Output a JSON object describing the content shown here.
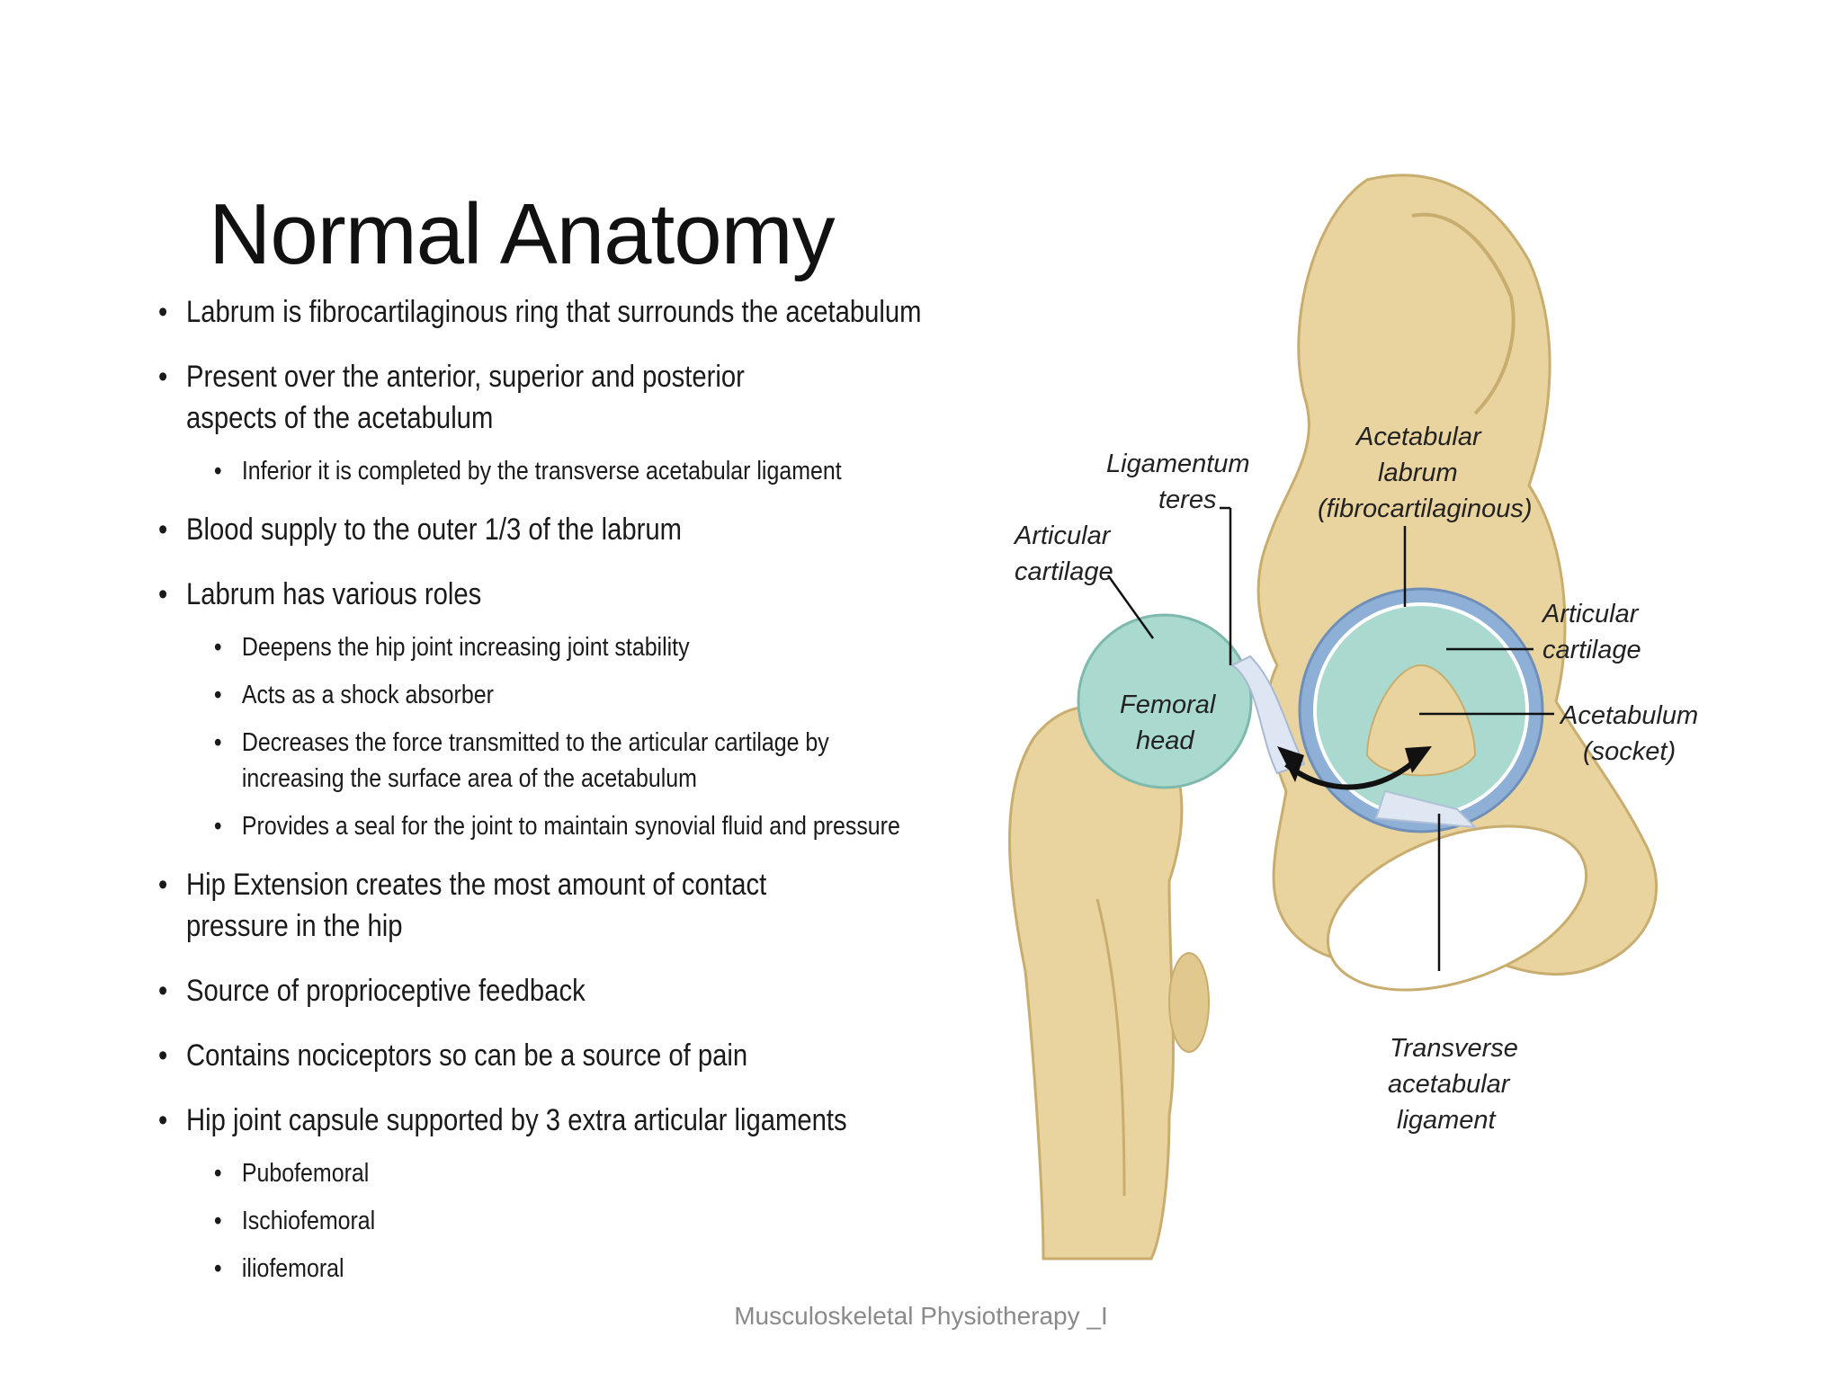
{
  "slide": {
    "title": "Normal Anatomy",
    "footer": "Musculoskeletal Physiotherapy _I"
  },
  "bullets": [
    {
      "text": "Labrum is fibrocartilaginous ring that surrounds the acetabulum"
    },
    {
      "text": "Present over the anterior, superior and posterior aspects of the acetabulum",
      "sub": [
        "Inferior it is completed by the transverse acetabular ligament"
      ]
    },
    {
      "text": "Blood supply to the outer 1/3 of the labrum"
    },
    {
      "text": "Labrum has various roles",
      "sub": [
        "Deepens the hip joint increasing joint stability",
        "Acts as a shock absorber",
        "Decreases the force transmitted to the articular cartilage by increasing the surface area of the acetabulum",
        "Provides a seal for the joint to maintain synovial fluid and pressure"
      ]
    },
    {
      "text": "Hip Extension creates the most amount of contact pressure in the hip"
    },
    {
      "text": "Source of proprioceptive feedback"
    },
    {
      "text": "Contains nociceptors so can be a source of pain"
    },
    {
      "text": "Hip joint capsule supported by 3 extra articular ligaments",
      "sub": [
        "Pubofemoral",
        "Ischiofemoral",
        "iliofemoral"
      ]
    }
  ],
  "diagram": {
    "labels": {
      "ligamentum_teres_1": "Ligamentum",
      "ligamentum_teres_2": "teres",
      "articular_cartilage_left_1": "Articular",
      "articular_cartilage_left_2": "cartilage",
      "femoral_head_1": "Femoral",
      "femoral_head_2": "head",
      "acetabular_labrum_1": "Acetabular",
      "acetabular_labrum_2": "labrum",
      "acetabular_labrum_3": "(fibrocartilaginous)",
      "articular_cartilage_right_1": "Articular",
      "articular_cartilage_right_2": "cartilage",
      "acetabulum_1": "Acetabulum",
      "acetabulum_2": "(socket)",
      "transverse_ligament_1": "Transverse",
      "transverse_ligament_2": "acetabular",
      "transverse_ligament_3": "ligament"
    },
    "colors": {
      "bone": "#e9d4a0",
      "bone_shadow": "#c9ad6e",
      "cartilage": "#a9d9cf",
      "labrum": "#8fb0d6"
    }
  }
}
